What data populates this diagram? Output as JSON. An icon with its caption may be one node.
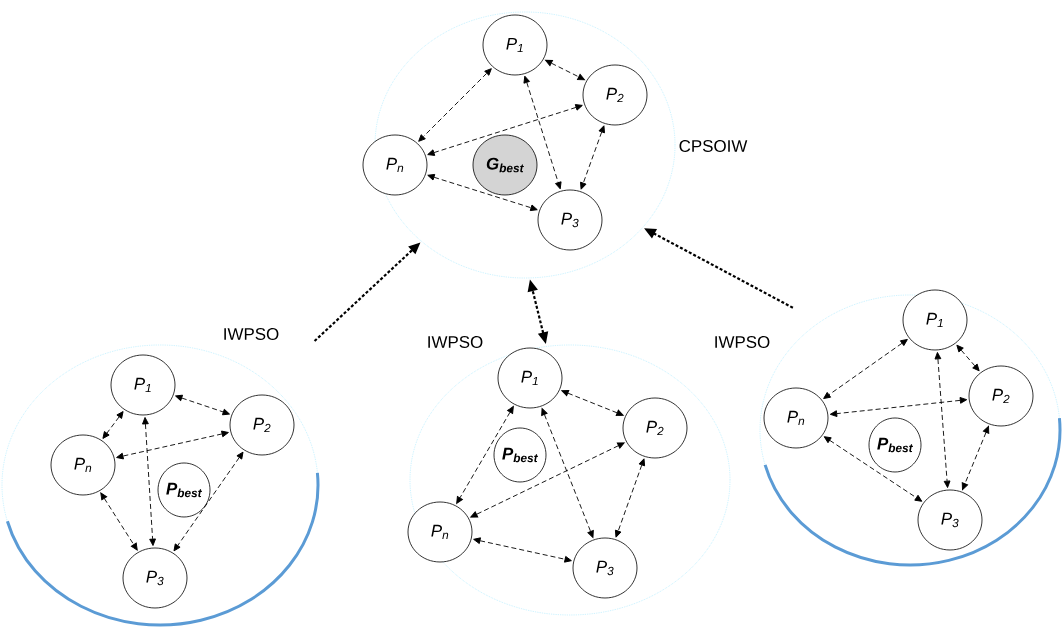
{
  "diagram": {
    "nodes": [
      {
        "text": [
          "CPSOIW"
        ]
      },
      {
        "text": [
          "P$_{1}$"
        ],
        "in": 0
      },
      {
        "text": [
          "P$_{2}$"
        ],
        "in": 0
      },
      {
        "text": [
          "P$_{n}$"
        ],
        "in": 0
      },
      {
        "text": [
          "G$_{best}$"
        ],
        "in": 0
      },
      {
        "text": [
          "P$_{3}$"
        ],
        "in": 0
      },
      {
        "text": [
          "IWPSO"
        ]
      },
      {
        "text": [
          "P$_{1}$"
        ],
        "in": 6
      },
      {
        "text": [
          "P$_{2}$"
        ],
        "in": 6
      },
      {
        "text": [
          "P$_{n}$"
        ],
        "in": 6
      },
      {
        "text": [
          "P$_{best}$"
        ],
        "in": 6
      },
      {
        "text": [
          "P$_{3}$"
        ],
        "in": 6
      },
      {
        "text": [
          "IWPSO"
        ]
      },
      {
        "text": [
          "P$_{1}$"
        ],
        "in": 12
      },
      {
        "text": [
          "P$_{2}$"
        ],
        "in": 12
      },
      {
        "text": [
          "P$_{best}$"
        ],
        "in": 12
      },
      {
        "text": [
          "P$_{n}$"
        ],
        "in": 12
      },
      {
        "text": [
          "P$_{3}$"
        ],
        "in": 12
      },
      {
        "text": [
          "IWPSO"
        ]
      },
      {
        "text": [
          "P$_{1}$"
        ],
        "in": 18
      },
      {
        "text": [
          "P$_{2}$"
        ],
        "in": 18
      },
      {
        "text": [
          "P$_{n}$"
        ],
        "in": 18
      },
      {
        "text": [
          "P$_{best}$"
        ],
        "in": 18
      },
      {
        "text": [
          "P$_{3}$"
        ],
        "in": 18
      }
    ],
    "edges": [
      {
        "from": 1,
        "to": 3,
        "arrow": "both"
      },
      {
        "from": 1,
        "to": 2,
        "arrow": "both"
      },
      {
        "from": 1,
        "to": 5,
        "arrow": "both"
      },
      {
        "from": 2,
        "to": 3,
        "arrow": "both"
      },
      {
        "from": 2,
        "to": 5,
        "arrow": "both"
      },
      {
        "from": 3,
        "to": 5,
        "arrow": "both"
      },
      {
        "from": 7,
        "to": 9,
        "arrow": "both"
      },
      {
        "from": 7,
        "to": 8,
        "arrow": "both"
      },
      {
        "from": 7,
        "to": 11,
        "arrow": "both"
      },
      {
        "from": 8,
        "to": 9,
        "arrow": "both"
      },
      {
        "from": 8,
        "to": 11,
        "arrow": "both"
      },
      {
        "from": 9,
        "to": 11,
        "arrow": "both"
      },
      {
        "from": 13,
        "to": 16,
        "arrow": "both"
      },
      {
        "from": 13,
        "to": 14,
        "arrow": "both"
      },
      {
        "from": 13,
        "to": 17,
        "arrow": "both"
      },
      {
        "from": 14,
        "to": 16,
        "arrow": "both"
      },
      {
        "from": 14,
        "to": 17,
        "arrow": "both"
      },
      {
        "from": 16,
        "to": 17,
        "arrow": "both"
      },
      {
        "from": 19,
        "to": 21,
        "arrow": "both"
      },
      {
        "from": 19,
        "to": 20,
        "arrow": "both"
      },
      {
        "from": 19,
        "to": 23,
        "arrow": "both"
      },
      {
        "from": 20,
        "to": 21,
        "arrow": "both"
      },
      {
        "from": 20,
        "to": 23,
        "arrow": "both"
      },
      {
        "from": 21,
        "to": 23,
        "arrow": "both"
      },
      {
        "from": 6,
        "to": 0,
        "arrow": "to"
      },
      {
        "from": 12,
        "to": 0,
        "arrow": "both"
      },
      {
        "from": 18,
        "to": 0,
        "arrow": "to"
      }
    ]
  }
}
